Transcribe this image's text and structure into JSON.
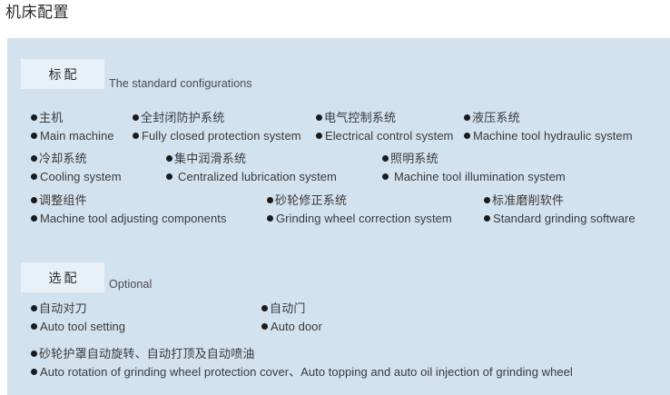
{
  "page": {
    "title": "机床配置",
    "panel_bg": "#d3e2ef",
    "badge_bg": "#e9f1f8",
    "text_color": "#3a3a3a",
    "bullet_color": "#1b1b1b"
  },
  "sections": [
    {
      "badge_label": "标配",
      "badge_subtitle": "The standard configurations",
      "rows": [
        {
          "items": [
            {
              "cn": "主机",
              "en": "Main machine"
            },
            {
              "cn": "全封闭防护系统",
              "en": "Fully closed protection system"
            },
            {
              "cn": "电气控制系统",
              "en": "Electrical control system"
            },
            {
              "cn": "液压系统",
              "en": "Machine tool hydraulic system"
            }
          ]
        },
        {
          "items": [
            {
              "cn": "冷却系统",
              "en": "Cooling system"
            },
            {
              "cn": "集中润滑系统",
              "en": "Centralized lubrication system"
            },
            {
              "cn": "照明系统",
              "en": "Machine tool illumination system"
            }
          ]
        },
        {
          "items": [
            {
              "cn": "调整组件",
              "en": "Machine tool adjusting components"
            },
            {
              "cn": "砂轮修正系统",
              "en": "Grinding wheel correction system"
            },
            {
              "cn": "标准磨削软件",
              "en": "Standard grinding software"
            }
          ]
        }
      ]
    },
    {
      "badge_label": "选配",
      "badge_subtitle": "Optional",
      "rows": [
        {
          "items": [
            {
              "cn": "自动对刀",
              "en": "Auto tool setting"
            },
            {
              "cn": "自动门",
              "en": "Auto door"
            }
          ]
        },
        {
          "items": [
            {
              "cn": "砂轮护罩自动旋转、自动打顶及自动喷油",
              "en": "Auto rotation of grinding wheel protection cover、Auto topping and auto oil injection of grinding wheel"
            }
          ]
        }
      ]
    }
  ]
}
